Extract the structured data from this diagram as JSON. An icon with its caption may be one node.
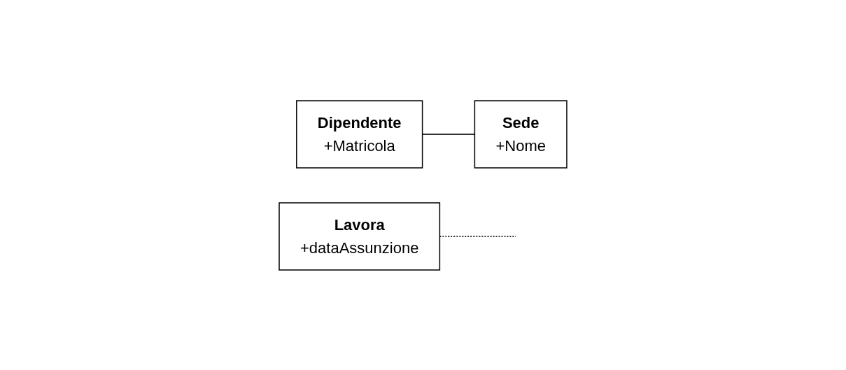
{
  "diagram": {
    "nodes": [
      {
        "text": [
          "Dipendente",
          "+Matricola"
        ]
      },
      {
        "text": [
          "Sede",
          "+Nome"
        ]
      },
      {
        "text": [
          "Lavora",
          "+dataAssunzione"
        ]
      }
    ],
    "edges": [
      {
        "from": 0,
        "to": 1,
        "arrow": "none"
      },
      {
        "from": 2,
        "to": null,
        "arrow": "none",
        "style": "dashed"
      }
    ]
  }
}
